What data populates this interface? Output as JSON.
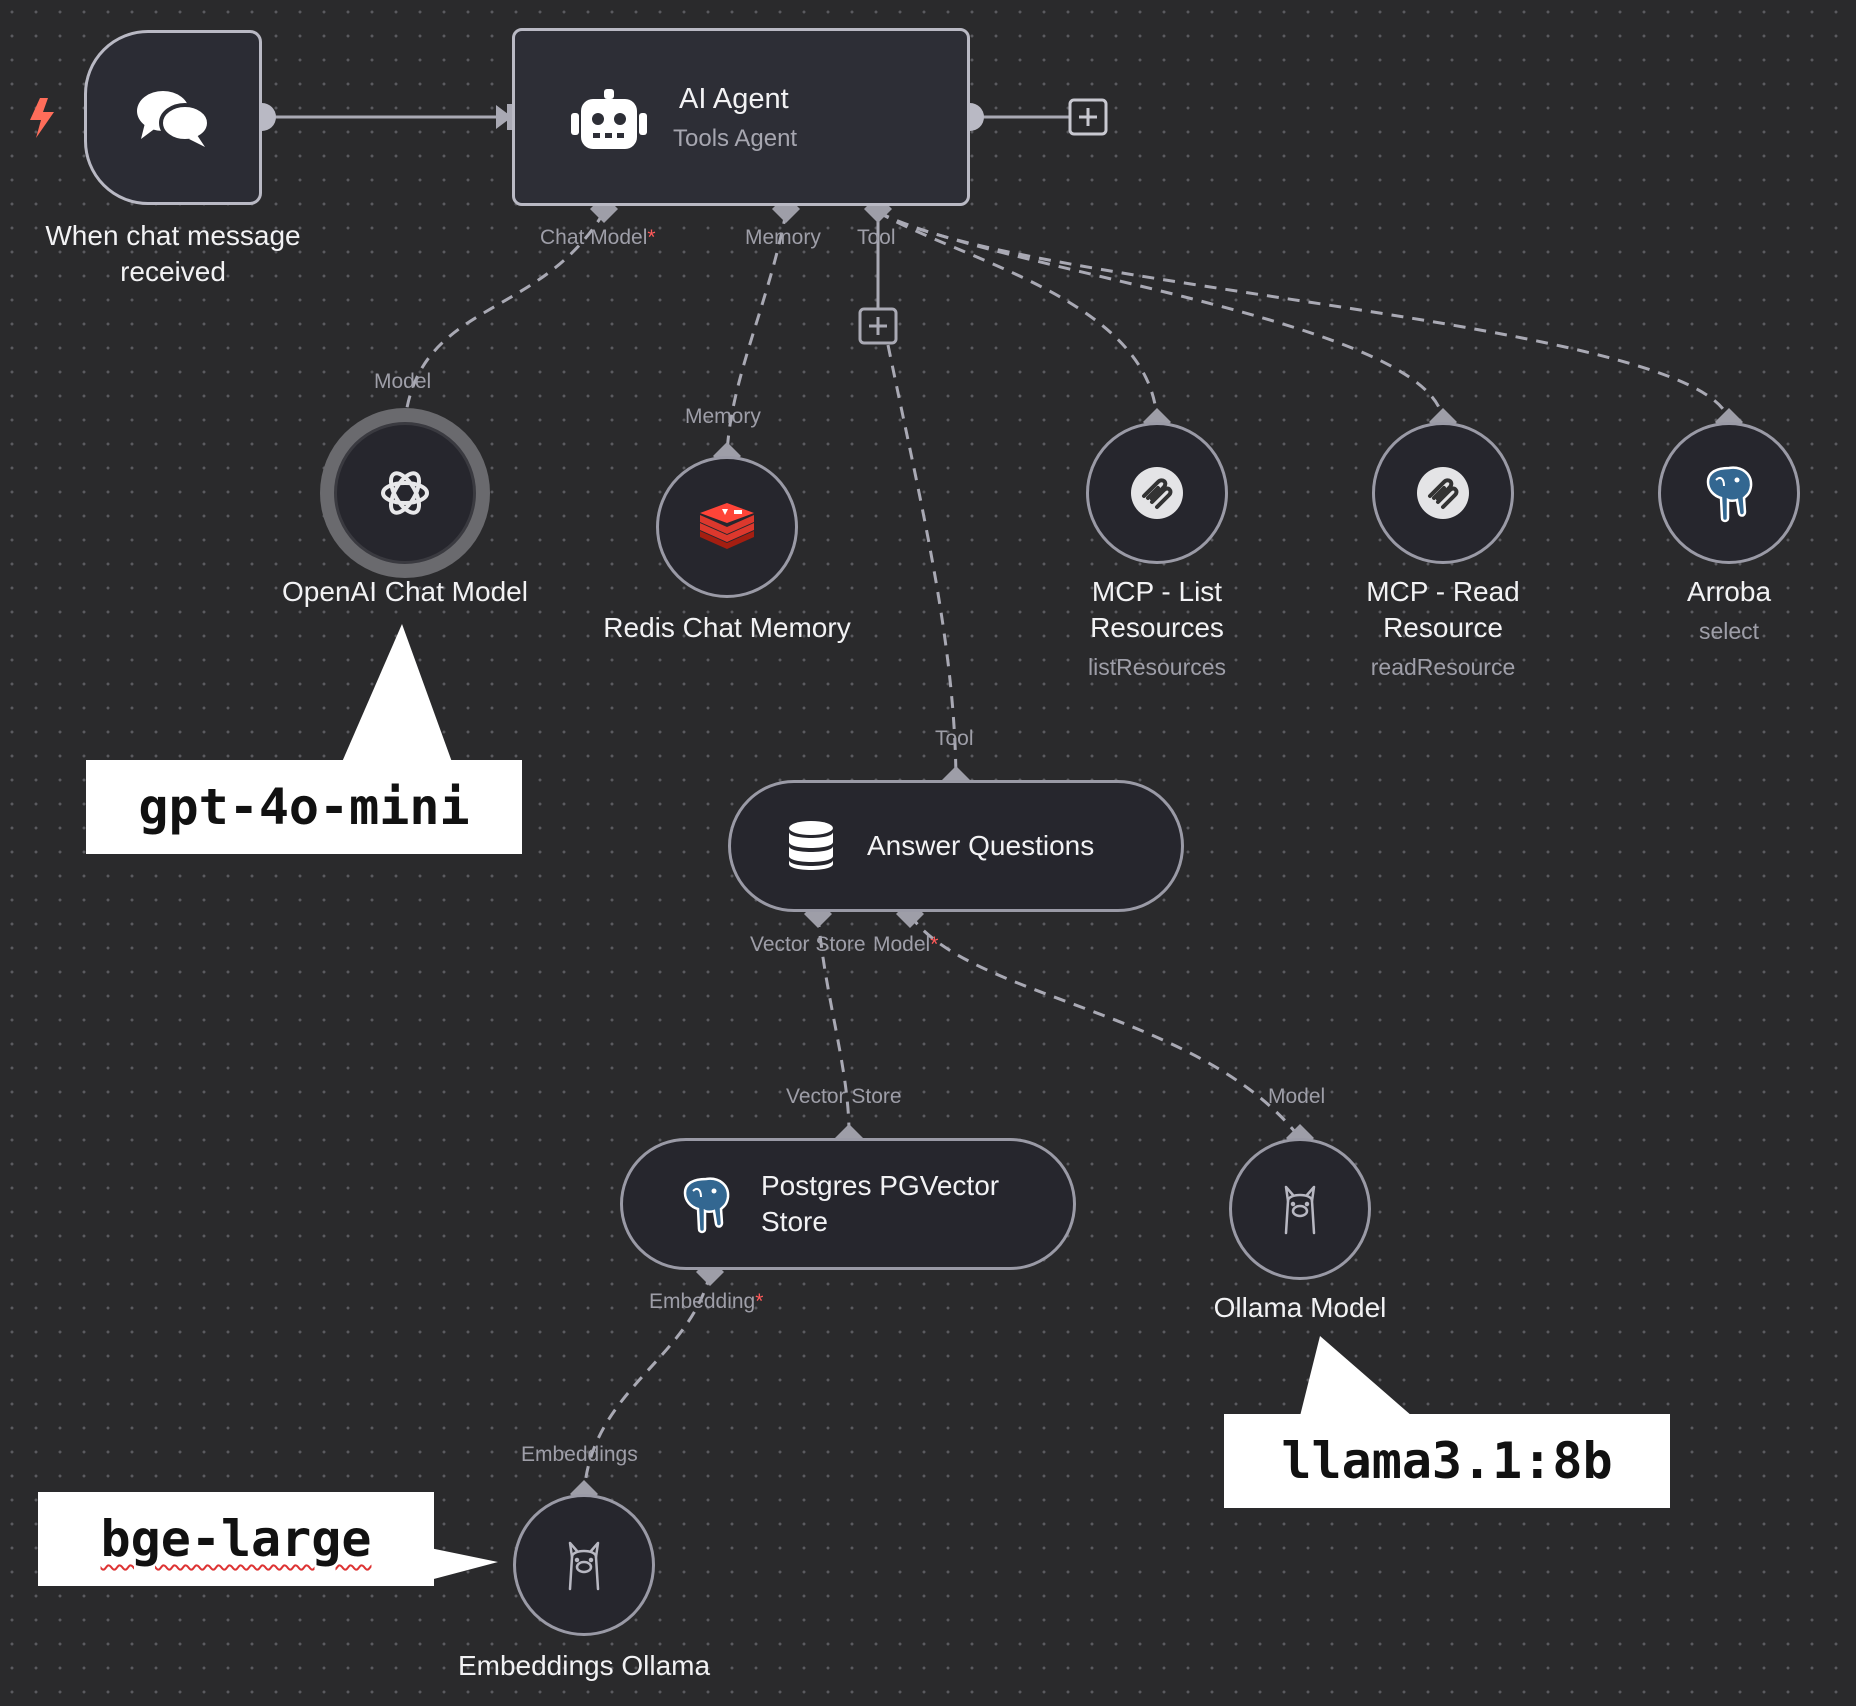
{
  "nodes": {
    "trigger": {
      "label_line1": "When chat message",
      "label_line2": "received",
      "icon": "chat-bubbles-icon"
    },
    "agent": {
      "title": "AI Agent",
      "subtitle": "Tools Agent",
      "icon": "robot-icon"
    },
    "openai": {
      "label": "OpenAI Chat Model",
      "icon": "openai-logo-icon"
    },
    "redis": {
      "label": "Redis Chat Memory",
      "icon": "redis-logo-icon"
    },
    "mcp_list": {
      "label_line1": "MCP - List",
      "label_line2": "Resources",
      "sublabel": "listResources",
      "icon": "mcp-logo-icon"
    },
    "mcp_read": {
      "label_line1": "MCP - Read",
      "label_line2": "Resource",
      "sublabel": "readResource",
      "icon": "mcp-logo-icon"
    },
    "arroba": {
      "label": "Arroba",
      "sublabel": "select",
      "icon": "postgres-elephant-icon"
    },
    "answer": {
      "label": "Answer Questions",
      "icon": "database-icon"
    },
    "pgvector": {
      "label_line1": "Postgres PGVector",
      "label_line2": "Store",
      "icon": "postgres-elephant-icon"
    },
    "ollama_model": {
      "label": "Ollama Model",
      "icon": "llama-icon"
    },
    "embeddings": {
      "label": "Embeddings Ollama",
      "icon": "llama-icon"
    }
  },
  "ports": {
    "chat_model": "Chat Model",
    "memory": "Memory",
    "tool": "Tool",
    "model": "Model",
    "vector_store": "Vector Store",
    "embedding": "Embedding",
    "embeddings": "Embeddings",
    "required_mark": "*"
  },
  "callouts": {
    "openai_model": "gpt-4o-mini",
    "ollama_model": "llama3.1:8b",
    "embedding_model": "bge-large"
  },
  "colors": {
    "trigger_bolt": "#ff6d5a",
    "required": "#ff5a5a",
    "redis": "#dc382d",
    "postgres": "#336791"
  }
}
